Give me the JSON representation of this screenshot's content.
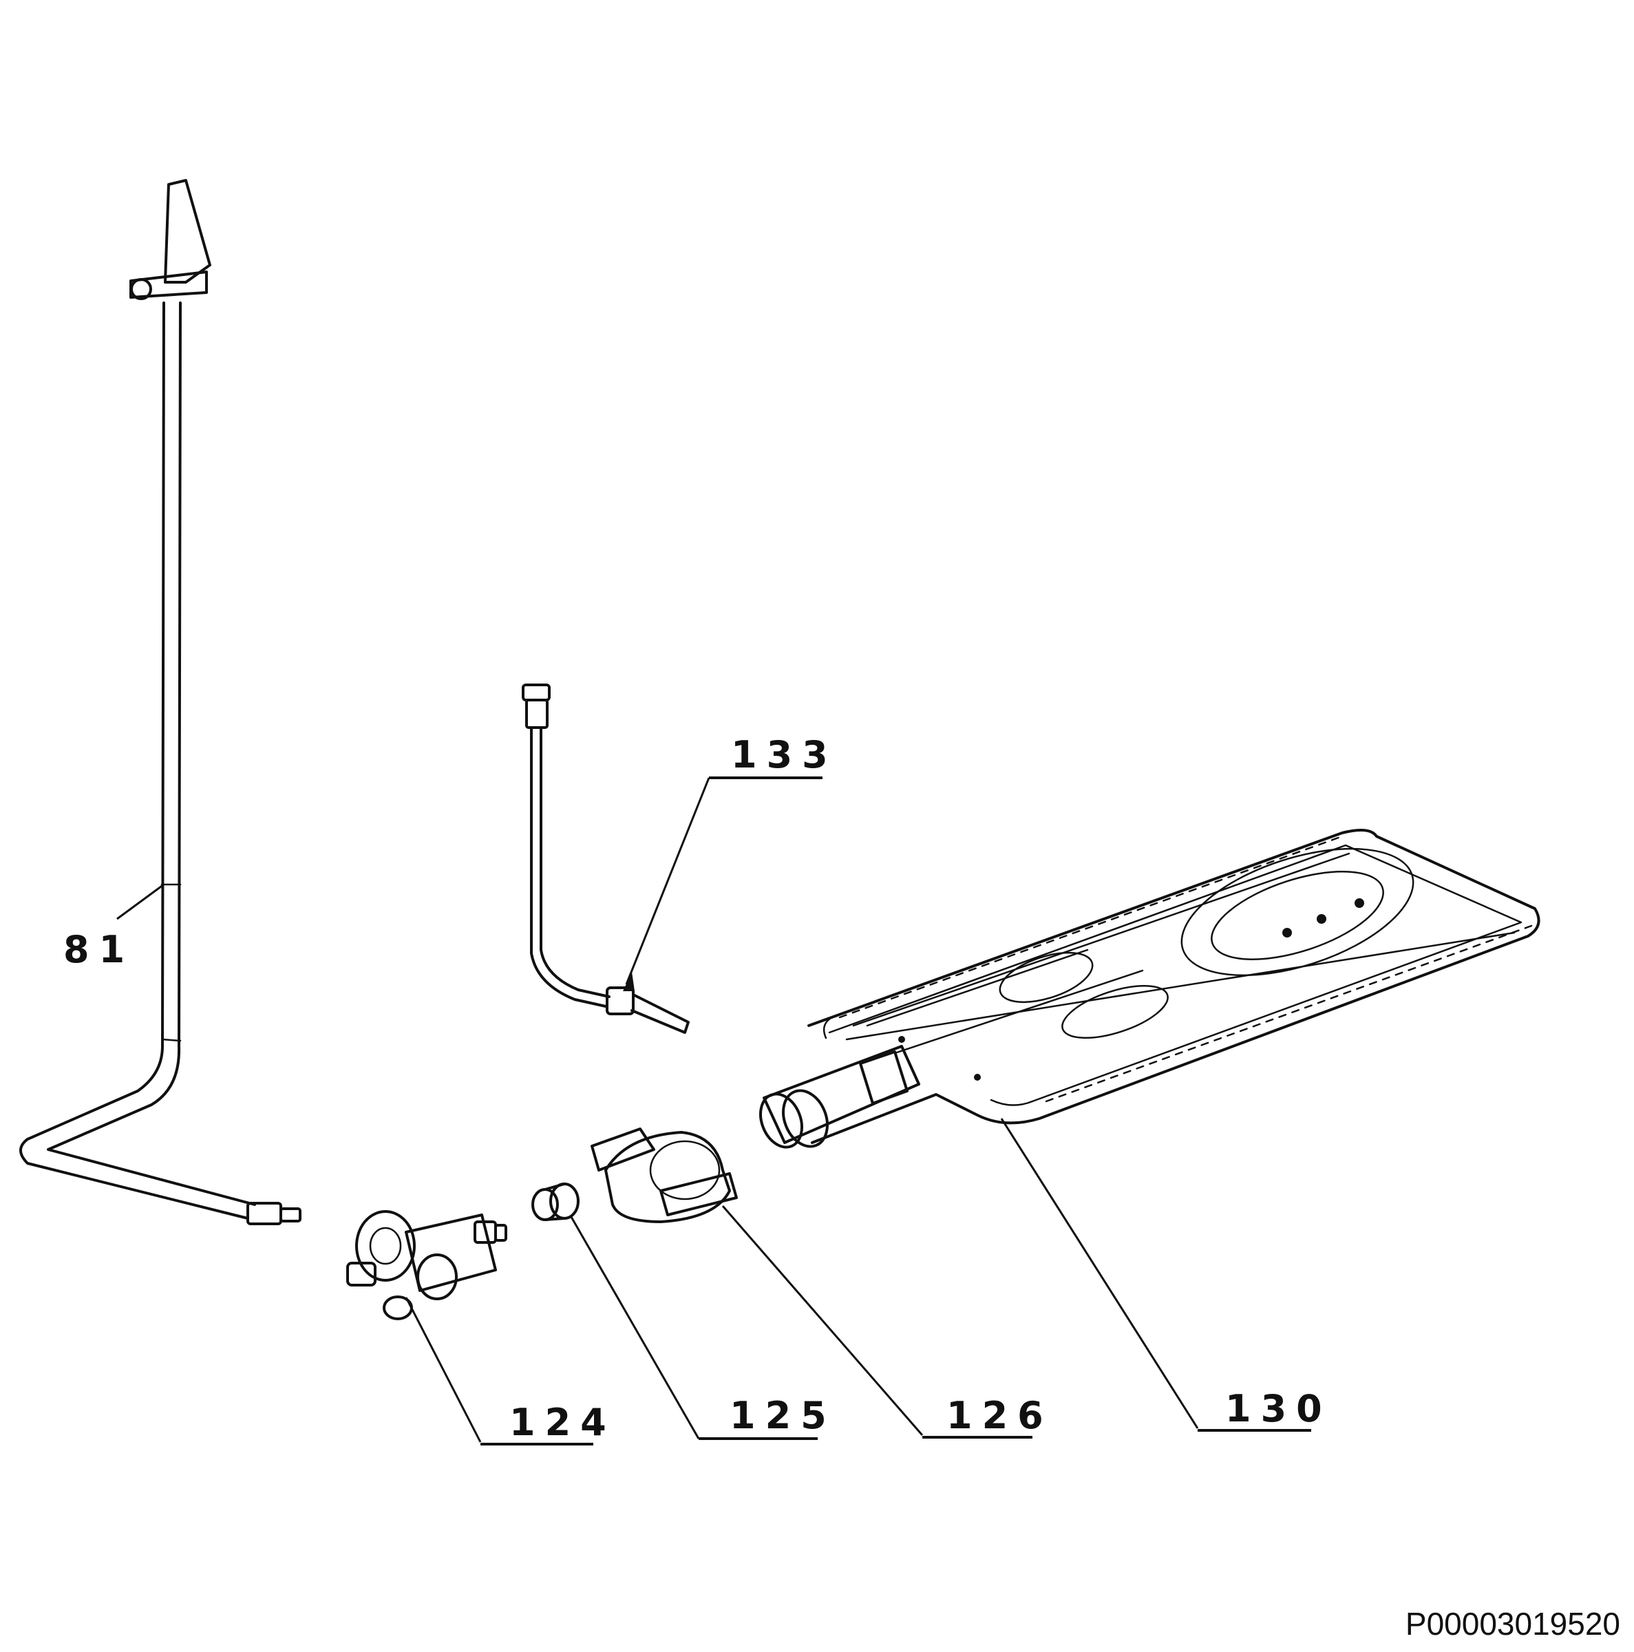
{
  "callouts": {
    "c81": "81",
    "c133": "133",
    "c124": "124",
    "c125": "125",
    "c126": "126",
    "c130": "130"
  },
  "document_number": "P00003019520",
  "colors": {
    "ink": "#111111",
    "background": "#ffffff"
  }
}
